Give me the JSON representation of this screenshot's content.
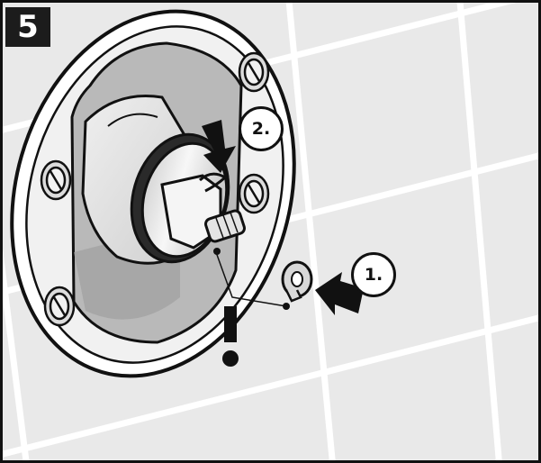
{
  "step": {
    "number": "5"
  },
  "callouts": [
    {
      "label": "1."
    },
    {
      "label": "2."
    }
  ],
  "warning": {
    "symbol": "!"
  },
  "colors": {
    "tile": "#e9e9e9",
    "grout": "#ffffff",
    "ink": "#111111",
    "metal_light": "#f4f4f4",
    "metal_dark": "#bdbdbd",
    "badge": "#1c1c1c"
  }
}
